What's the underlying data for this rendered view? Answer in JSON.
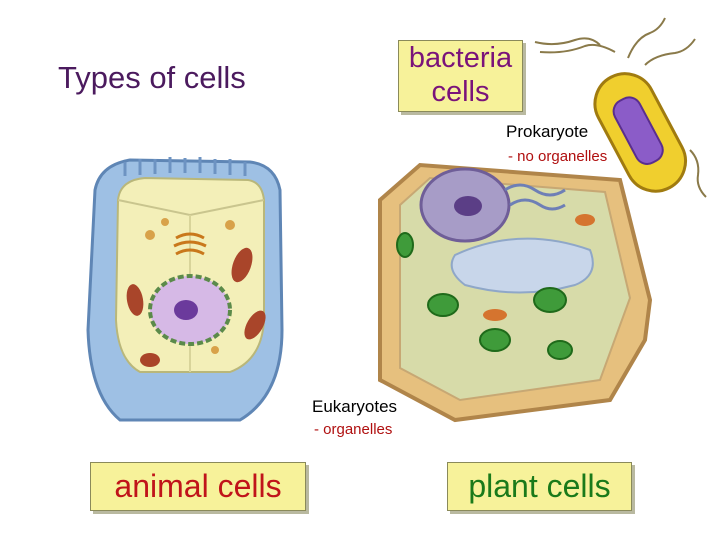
{
  "title": "Types of cells",
  "labels": {
    "bacteria": [
      "bacteria",
      "cells"
    ],
    "animal": "animal cells",
    "plant": "plant cells"
  },
  "annotations": {
    "prokaryote": "Prokaryote",
    "prokaryote_note": "- no organelles",
    "eukaryotes": "Eukaryotes",
    "eukaryotes_note": "- organelles"
  },
  "colors": {
    "label_bg": "#f7f29a",
    "title": "#4b1a5e",
    "bacteria_text": "#7a137a",
    "animal_text": "#c0141a",
    "plant_text": "#1a7a1a",
    "note_red": "#b01010"
  }
}
